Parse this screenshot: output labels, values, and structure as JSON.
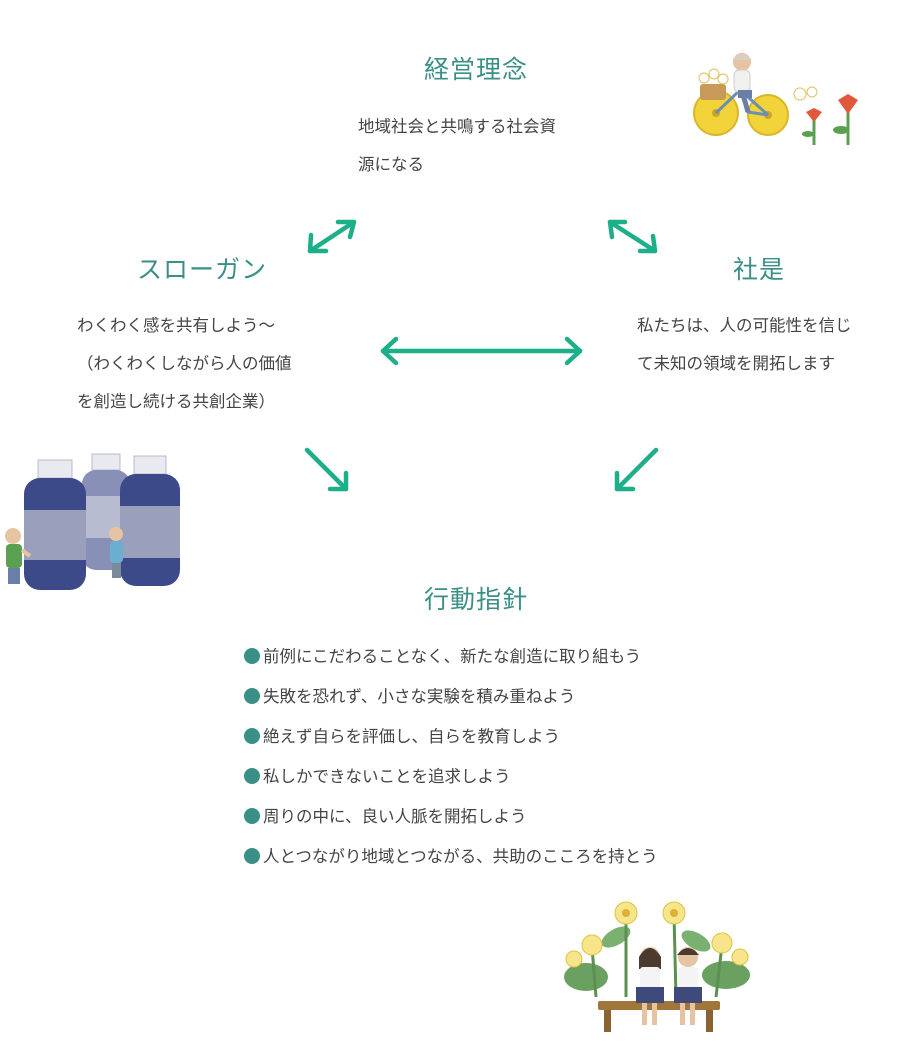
{
  "philosophy": {
    "title": "経営理念",
    "lines": [
      "地域社会と共鳴する社会資",
      "源になる"
    ]
  },
  "slogan": {
    "title": "スローガン",
    "lines": [
      "わくわく感を共有しよう〜",
      "（わくわくしながら人の価値",
      "を創造し続ける共創企業）"
    ]
  },
  "motto": {
    "title": "社是",
    "lines": [
      "私たちは、人の可能性を信じ",
      "て未知の領域を開拓します"
    ]
  },
  "principles": {
    "title": "行動指針",
    "items": [
      "前例にこだわることなく、新たな創造に取り組もう",
      "失敗を恐れず、小さな実験を積み重ねよう",
      "絶えず自らを評価し、自らを教育しよう",
      "私しかできないことを追求しよう",
      "周りの中に、良い人脈を開拓しよう",
      "人とつながり地域とつながる、共助のこころを持とう"
    ]
  },
  "colors": {
    "heading": "#3a8f86",
    "arrow": "#1dae8a",
    "bullet": "#3a8f86",
    "bottle": "#3d4a8a"
  },
  "illustrations": {
    "top_right": "cyclist-with-flowers-illustration",
    "left": "bottles-with-children-illustration",
    "bottom_right": "students-on-bench-with-flowers-illustration"
  }
}
